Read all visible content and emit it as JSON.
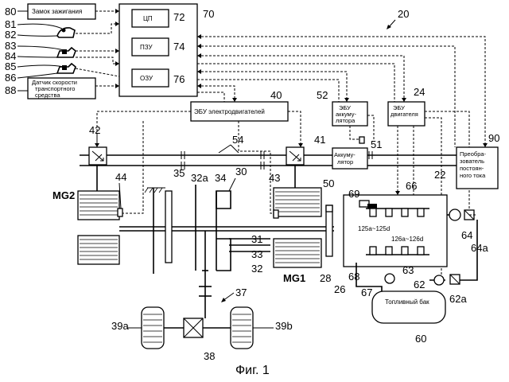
{
  "labels": {
    "ignition": "Замок зажигания",
    "speed_sensor_l1": "Датчик скорости",
    "speed_sensor_l2": "транспортного",
    "speed_sensor_l3": "средства",
    "cpu": "ЦП",
    "rom": "ПЗУ",
    "ram": "ОЗУ",
    "motor_ecu": "ЭБУ электродвигателей",
    "battery_ecu_l1": "ЭБУ",
    "battery_ecu_l2": "аккуму-",
    "battery_ecu_l3": "лятора",
    "engine_ecu_l1": "ЭБУ",
    "engine_ecu_l2": "двигателя",
    "battery_l1": "Аккуму-",
    "battery_l2": "лятор",
    "dcdc_l1": "Преобра-",
    "dcdc_l2": "зователь",
    "dcdc_l3": "постоян-",
    "dcdc_l4": "ного тока",
    "fuel_tank": "Топливный бак",
    "injectors_a": "125a~125d",
    "injectors_b": "126a~126d",
    "mg2": "MG2",
    "mg1": "MG1",
    "caption": "Фиг. 1"
  },
  "refs": {
    "r80": "80",
    "r81": "81",
    "r82": "82",
    "r83": "83",
    "r84": "84",
    "r85": "85",
    "r86": "86",
    "r88": "88",
    "r70": "70",
    "r72": "72",
    "r74": "74",
    "r76": "76",
    "r20": "20",
    "r40": "40",
    "r52": "52",
    "r24": "24",
    "r42": "42",
    "r41": "41",
    "r54": "54",
    "r51": "51",
    "r90": "90",
    "r44": "44",
    "r35": "35",
    "r32a": "32a",
    "r34": "34",
    "r30": "30",
    "r43": "43",
    "r50": "50",
    "r69": "69",
    "r66": "66",
    "r22": "22",
    "r31": "31",
    "r33": "33",
    "r32": "32",
    "r28": "28",
    "r26": "26",
    "r68": "68",
    "r63": "63",
    "r64": "64",
    "r64a": "64a",
    "r67": "67",
    "r62": "62",
    "r62a": "62a",
    "r37": "37",
    "r39a": "39a",
    "r39b": "39b",
    "r38": "38",
    "r60": "60"
  }
}
